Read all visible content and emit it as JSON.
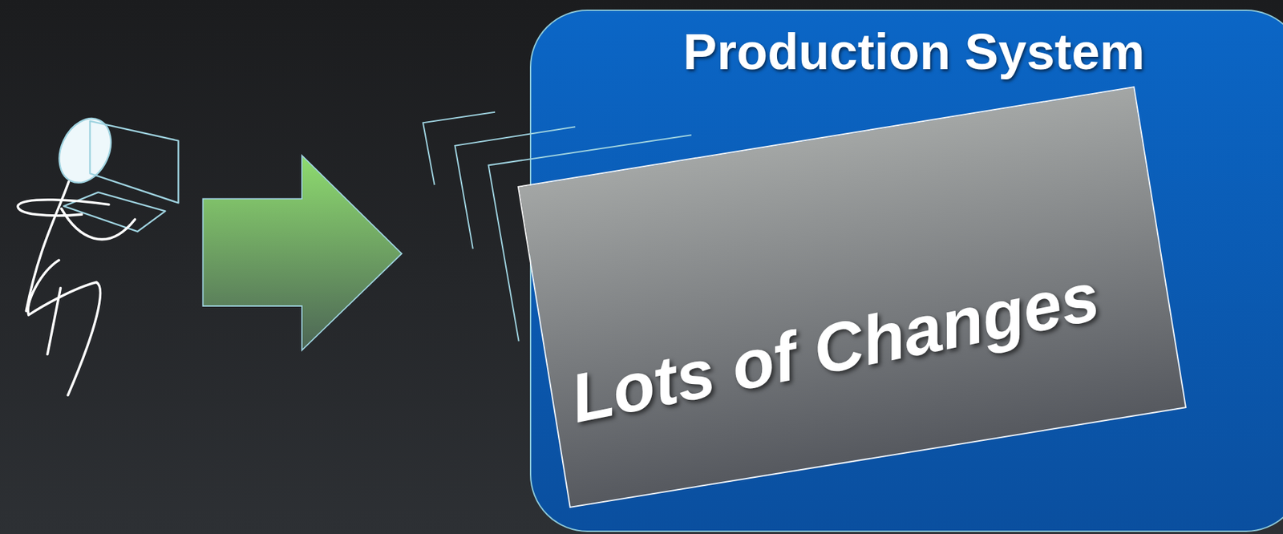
{
  "diagram": {
    "nodes": [
      {
        "text": [
          "Production System"
        ]
      },
      {
        "text": [
          "Lots of Changes"
        ],
        "in": 0
      }
    ]
  }
}
